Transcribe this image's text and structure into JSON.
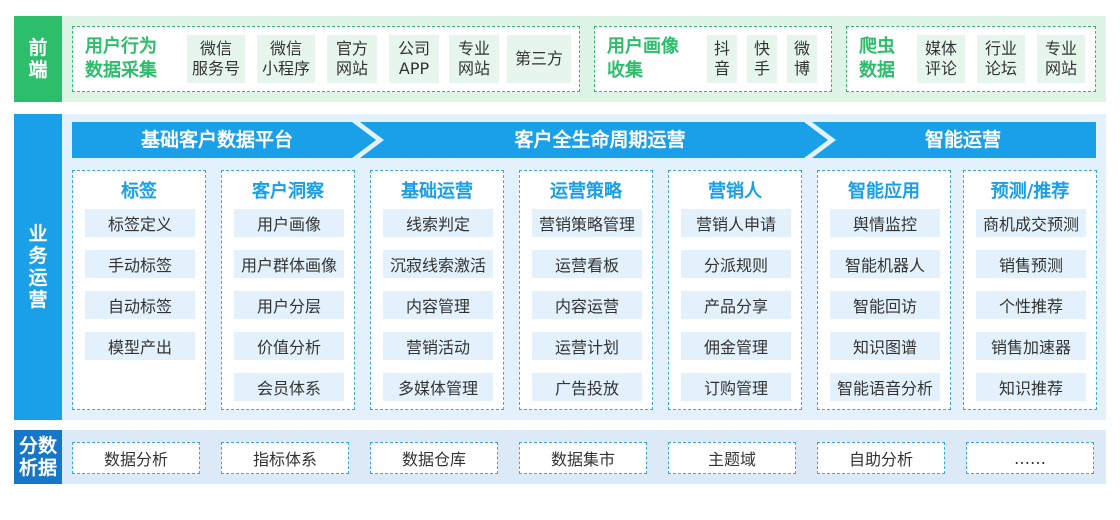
{
  "side_labels": {
    "front": [
      "前",
      "端"
    ],
    "business": [
      "业",
      "务",
      "运",
      "营"
    ],
    "analysis": [
      "分数",
      "析据"
    ]
  },
  "front": {
    "groups": [
      {
        "title": [
          "用户行为",
          "数据采集"
        ],
        "items": [
          [
            "微信",
            "服务号"
          ],
          [
            "微信",
            "小程序"
          ],
          [
            "官方",
            "网站"
          ],
          [
            "公司",
            "APP"
          ],
          [
            "专业",
            "网站"
          ],
          [
            "第三方"
          ]
        ]
      },
      {
        "title": [
          "用户画像",
          "收集"
        ],
        "items": [
          [
            "抖",
            "音"
          ],
          [
            "快",
            "手"
          ],
          [
            "微",
            "博"
          ]
        ]
      },
      {
        "title": [
          "爬虫",
          "数据"
        ],
        "items": [
          [
            "媒体",
            "评论"
          ],
          [
            "行业",
            "论坛"
          ],
          [
            "专业",
            "网站"
          ]
        ]
      }
    ]
  },
  "banners": [
    "基础客户数据平台",
    "客户全生命周期运营",
    "智能运营"
  ],
  "columns": [
    {
      "title": "标签",
      "items": [
        "标签定义",
        "手动标签",
        "自动标签",
        "模型产出"
      ]
    },
    {
      "title": "客户洞察",
      "items": [
        "用户画像",
        "用户群体画像",
        "用户分层",
        "价值分析",
        "会员体系"
      ]
    },
    {
      "title": "基础运营",
      "items": [
        "线索判定",
        "沉寂线索激活",
        "内容管理",
        "营销活动",
        "多媒体管理"
      ]
    },
    {
      "title": "运营策略",
      "items": [
        "营销策略管理",
        "运营看板",
        "内容运营",
        "运营计划",
        "广告投放"
      ]
    },
    {
      "title": "营销人",
      "items": [
        "营销人申请",
        "分派规则",
        "产品分享",
        "佣金管理",
        "订购管理"
      ]
    },
    {
      "title": "智能应用",
      "items": [
        "舆情监控",
        "智能机器人",
        "智能回访",
        "知识图谱",
        "智能语音分析"
      ]
    },
    {
      "title": "预测/推荐",
      "items": [
        "商机成交预测",
        "销售预测",
        "个性推荐",
        "销售加速器",
        "知识推荐"
      ]
    }
  ],
  "analysis": [
    "数据分析",
    "指标体系",
    "数据仓库",
    "数据集市",
    "主题域",
    "自助分析",
    "……"
  ],
  "colors": {
    "green": "#2dbe6c",
    "blue": "#1aa0e8",
    "dark_blue": "#1677c9"
  }
}
